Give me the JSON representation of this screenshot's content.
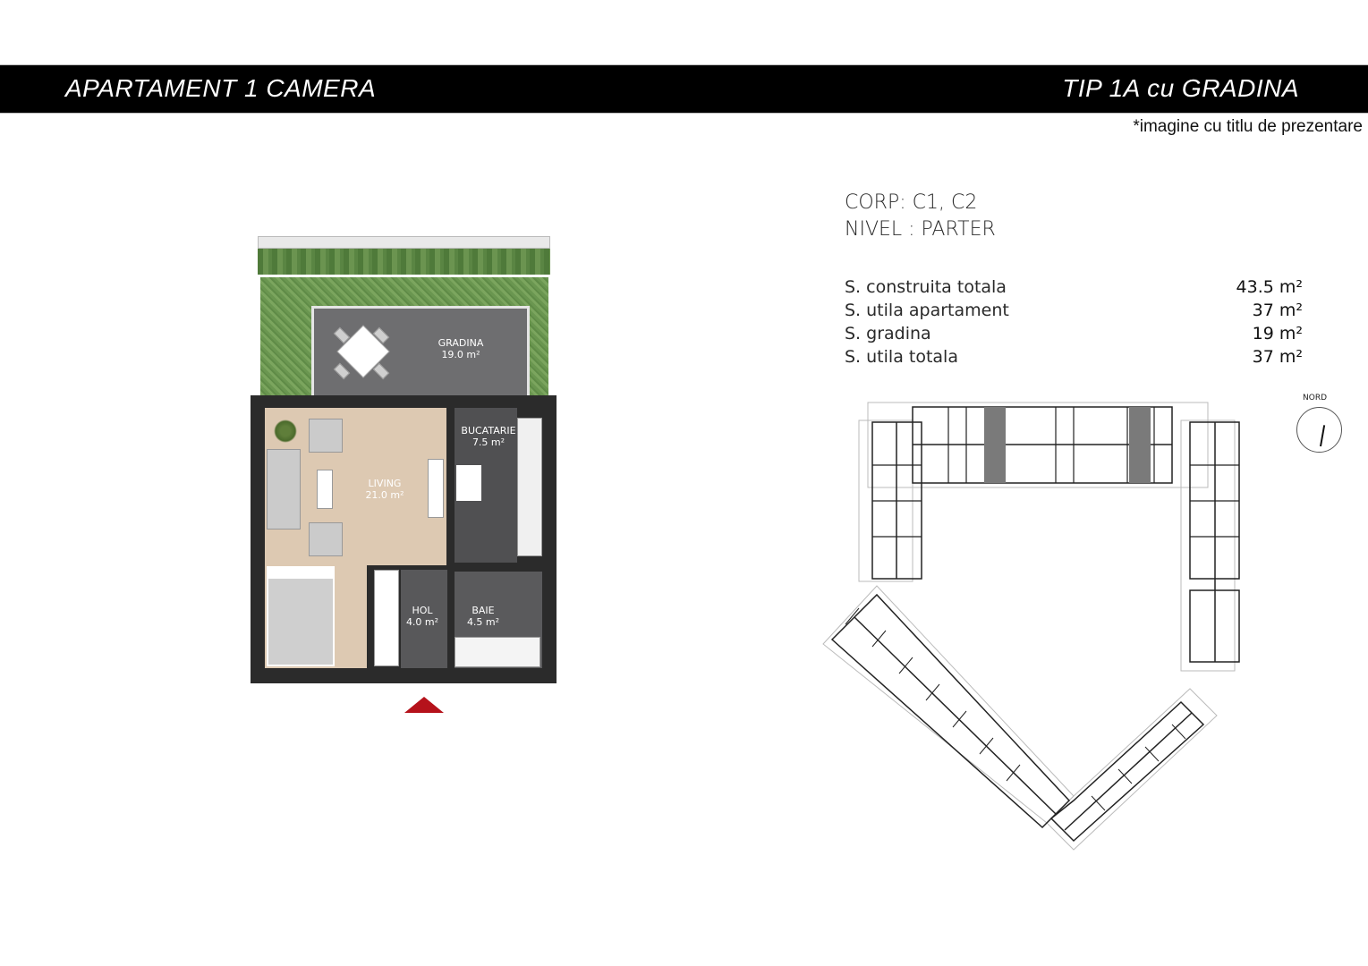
{
  "header": {
    "title_left": "APARTAMENT 1 CAMERA",
    "title_right": "TIP 1A cu GRADINA",
    "disclaimer": "*imagine cu titlu de prezentare"
  },
  "info": {
    "corp": "CORP: C1, C2",
    "nivel": "NIVEL : PARTER",
    "specs": [
      {
        "label": "S. construita totala",
        "value": "43.5 m²"
      },
      {
        "label": "S. utila apartament",
        "value": "37 m²"
      },
      {
        "label": "S. gradina",
        "value": "19 m²"
      },
      {
        "label": "S. utila totala",
        "value": "37 m²"
      }
    ]
  },
  "floor_plan": {
    "rooms": [
      {
        "name": "GRADINA",
        "area": "19.0 m²"
      },
      {
        "name": "LIVING",
        "area": "21.0 m²"
      },
      {
        "name": "BUCATARIE",
        "area": "7.5 m²"
      },
      {
        "name": "HOL",
        "area": "4.0 m²"
      },
      {
        "name": "BAIE",
        "area": "4.5 m²"
      }
    ],
    "entry_icon": "entry-arrow-icon",
    "entry_color": "#b5121b"
  },
  "site_plan": {
    "north_label": "NORD",
    "highlight_color": "#7a7a7a"
  }
}
